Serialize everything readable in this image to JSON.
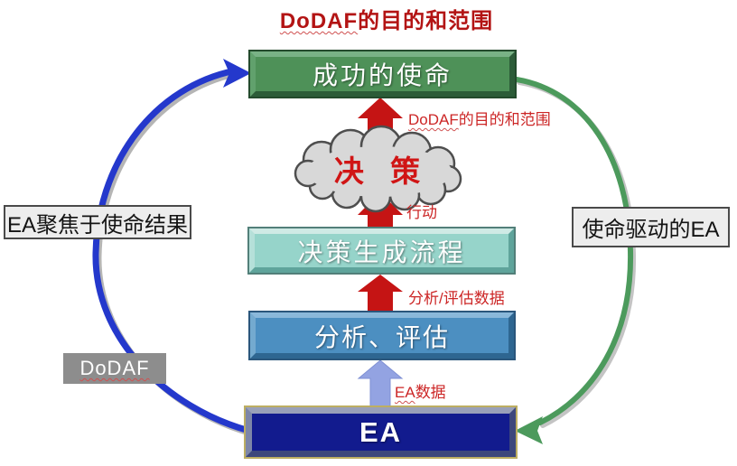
{
  "title": {
    "prefix": "DoDAF",
    "suffix": "的目的和范围"
  },
  "diagram": {
    "boxes": [
      {
        "id": "mission",
        "label": "成功的使命"
      },
      {
        "id": "decision-process",
        "label": "决策生成流程"
      },
      {
        "id": "analysis",
        "label": "分析、评估"
      },
      {
        "id": "ea",
        "label": "EA"
      }
    ],
    "cloud_label": "决 策",
    "arrow_labels": {
      "purpose_prefix": "DoDAF",
      "purpose_suffix": "的目的和范围",
      "action": "行动",
      "analysis_data": "分析/评估数据",
      "ea_data_prefix": "EA",
      "ea_data_suffix": "数据"
    },
    "side_labels": {
      "left": "EA聚焦于使命结果",
      "right": "使命驱动的EA",
      "badge": "DoDAF"
    }
  },
  "colors": {
    "title_red": "#b31414",
    "flow_label_red": "#cc2626",
    "arrow_red": "#c51414",
    "arrow_lightblue": "#93a3e2",
    "mission_green": "#4e9158",
    "process_teal": "#96d4ca",
    "analysis_blue": "#4c8fc1",
    "ea_navy": "#121b8e",
    "ea_gold_outline": "#bdae62",
    "curve_blue": "#2438cc",
    "curve_green": "#4c9a5c",
    "cloud_gray": "#d8d8d8",
    "badge_gray": "#8d8d8d",
    "side_label_bg": "#ededed"
  }
}
